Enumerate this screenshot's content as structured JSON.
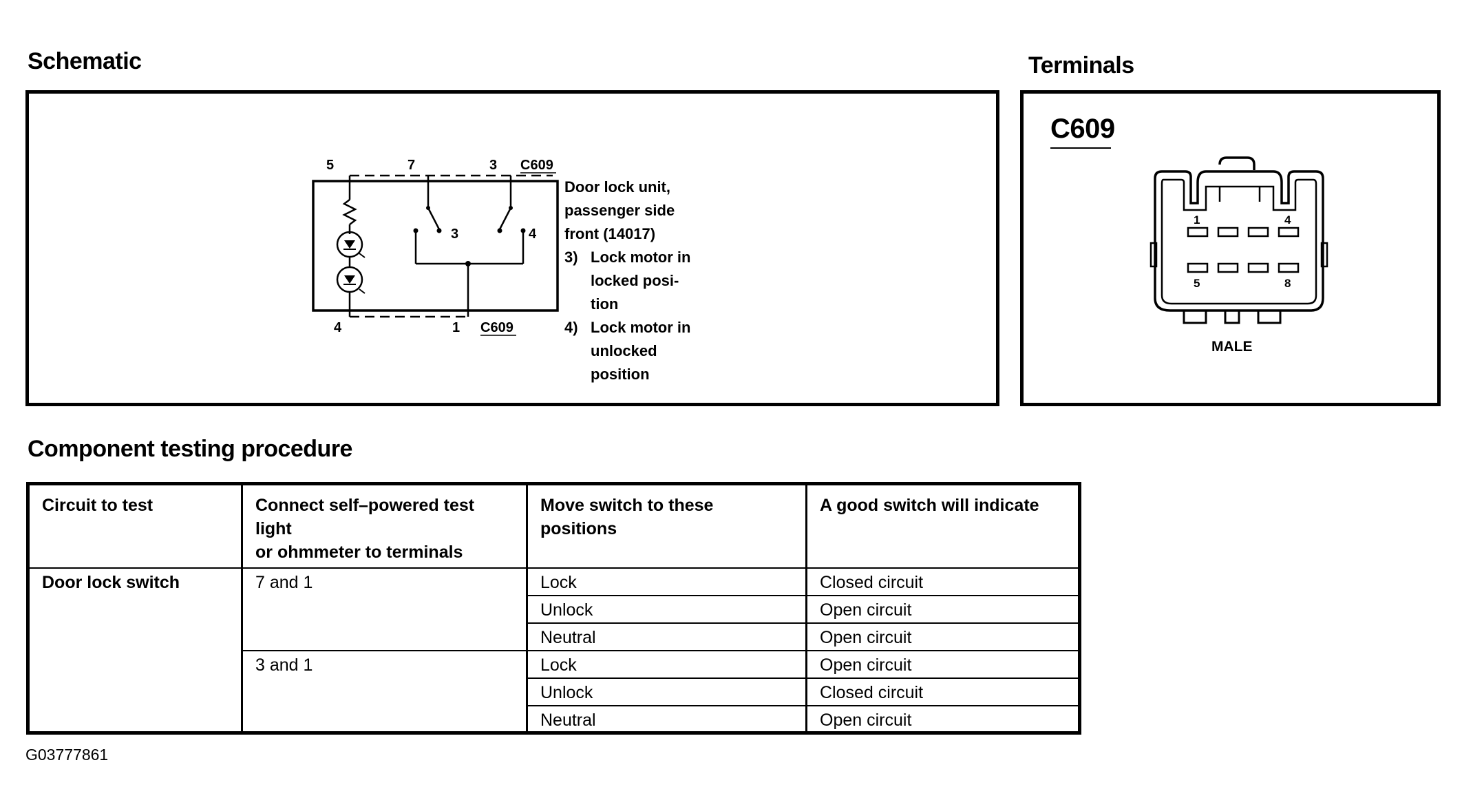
{
  "headings": {
    "schematic": "Schematic",
    "terminals": "Terminals",
    "procedure": "Component testing procedure"
  },
  "schematic": {
    "pin_labels": [
      "5",
      "7",
      "3",
      "C609",
      "3",
      "4",
      "4",
      "1",
      "C609"
    ],
    "description": {
      "title_lines": [
        "Door lock unit,",
        "passenger side",
        "front (14017)"
      ],
      "notes": [
        {
          "num": "3)",
          "lines": [
            "Lock motor in",
            "locked posi-",
            "tion"
          ]
        },
        {
          "num": "4)",
          "lines": [
            "Lock motor in",
            "unlocked",
            "position"
          ]
        }
      ]
    }
  },
  "terminals": {
    "connector": "C609",
    "pins": [
      "1",
      "4",
      "5",
      "8"
    ],
    "gender": "MALE"
  },
  "table": {
    "headers": [
      [
        "Circuit to test"
      ],
      [
        "Connect self–powered test light",
        "or ohmmeter to terminals"
      ],
      [
        "Move switch to these",
        "positions"
      ],
      [
        "A good switch will indicate"
      ]
    ],
    "circuit": "Door lock switch",
    "groups": [
      {
        "terminals": "7 and 1",
        "rows": [
          {
            "position": "Lock",
            "result": "Closed circuit"
          },
          {
            "position": "Unlock",
            "result": "Open circuit"
          },
          {
            "position": "Neutral",
            "result": "Open circuit"
          }
        ]
      },
      {
        "terminals": "3 and 1",
        "rows": [
          {
            "position": "Lock",
            "result": "Open circuit"
          },
          {
            "position": "Unlock",
            "result": "Closed circuit"
          },
          {
            "position": "Neutral",
            "result": "Open circuit"
          }
        ]
      }
    ]
  },
  "figure_id": "G03777861"
}
